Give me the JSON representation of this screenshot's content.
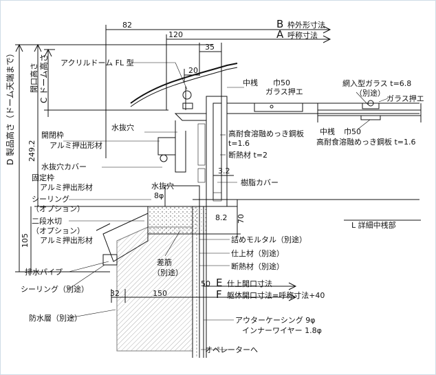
{
  "dimension_labels": {
    "B": "B",
    "B_text": "枠外形寸法",
    "A": "A",
    "A_text": "呼称寸法",
    "d82": "82",
    "d120": "120",
    "d35": "35",
    "d20": "20",
    "d32": "3.2",
    "d82b": "8.2",
    "d70": "70",
    "d249": "249.2",
    "d105": "105",
    "d50": "50",
    "d32b": "32",
    "d150": "150",
    "E": "E",
    "E_text": "仕上開口寸法",
    "F": "F",
    "F_text": "躯体開口寸法=呼称寸法+40"
  },
  "vertical_labels": {
    "D": "D 製品高さ（ドーム天端まで）",
    "C": "C ドーム高さ",
    "open": "開口高さ"
  },
  "parts": {
    "acryl_dome": "アクリルドーム FL 型",
    "nakasan": "中桟",
    "haba50": "巾50",
    "glass_osae": "ガラス押エ",
    "mizunuki": "水抜穴",
    "kaiheiwaku": "開閉枠",
    "alumi1": "アルミ押出形材",
    "koutaishoku": "高耐食溶融めっき鋼板",
    "t16": "t=1.6",
    "dannetsu2": "断熱材 t=2",
    "mizunuki_cover": "水抜穴カバー",
    "koteiwaku": "固定枠",
    "alumi2": "アルミ押出形材",
    "mizunuki2": "水抜穴",
    "phi8": "8φ",
    "jushi_cover": "樹脂カバー",
    "sealing_opt": "シーリング",
    "option1": "（オプション）",
    "nidan": "二段水切",
    "option2": "（オプション）",
    "alumi3": "アルミ押出形材",
    "mortar": "詰めモルタル（別途）",
    "shiage": "仕上材（別途）",
    "sasikin": "差筋",
    "betto": "（別途）",
    "dannetsu_b": "断熱材（別途）",
    "haisui": "排水パイプ",
    "sealing_b": "シーリング（別途）",
    "bousui": "防水層（別途）",
    "outer_casing": "アウターケーシング 9φ",
    "inner_wire": "インナーワイヤー 1.8φ",
    "operator": "オペレーターへ"
  },
  "detail": {
    "title": "L 詳細中桟部",
    "amiiri": "網入型ガラス t=6.8",
    "betto": "（別途）",
    "glass_osae": "ガラス押エ",
    "nakasan": "中桟",
    "haba50": "巾50",
    "koutaishoku": "高耐食溶融めっき鋼板 t=1.6"
  },
  "colors": {
    "frame": "#cfdbe6",
    "ink": "#111111",
    "hatch": "#555555"
  }
}
